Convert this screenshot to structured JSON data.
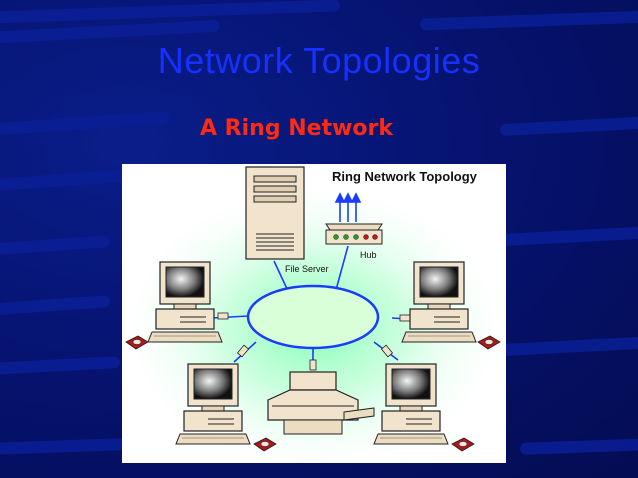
{
  "slide": {
    "title": "Network Topologies",
    "subtitle": "A Ring Network"
  },
  "diagram": {
    "title": "Ring Network Topology",
    "labels": {
      "hub": "Hub",
      "file_server": "File Server"
    }
  },
  "colors": {
    "background": "#061474",
    "title": "#1730ff",
    "subtitle": "#ff2a10",
    "ring_fill": "#d8ffd8",
    "ring_stroke": "#1a3cff",
    "glow": "#7dffb0"
  }
}
